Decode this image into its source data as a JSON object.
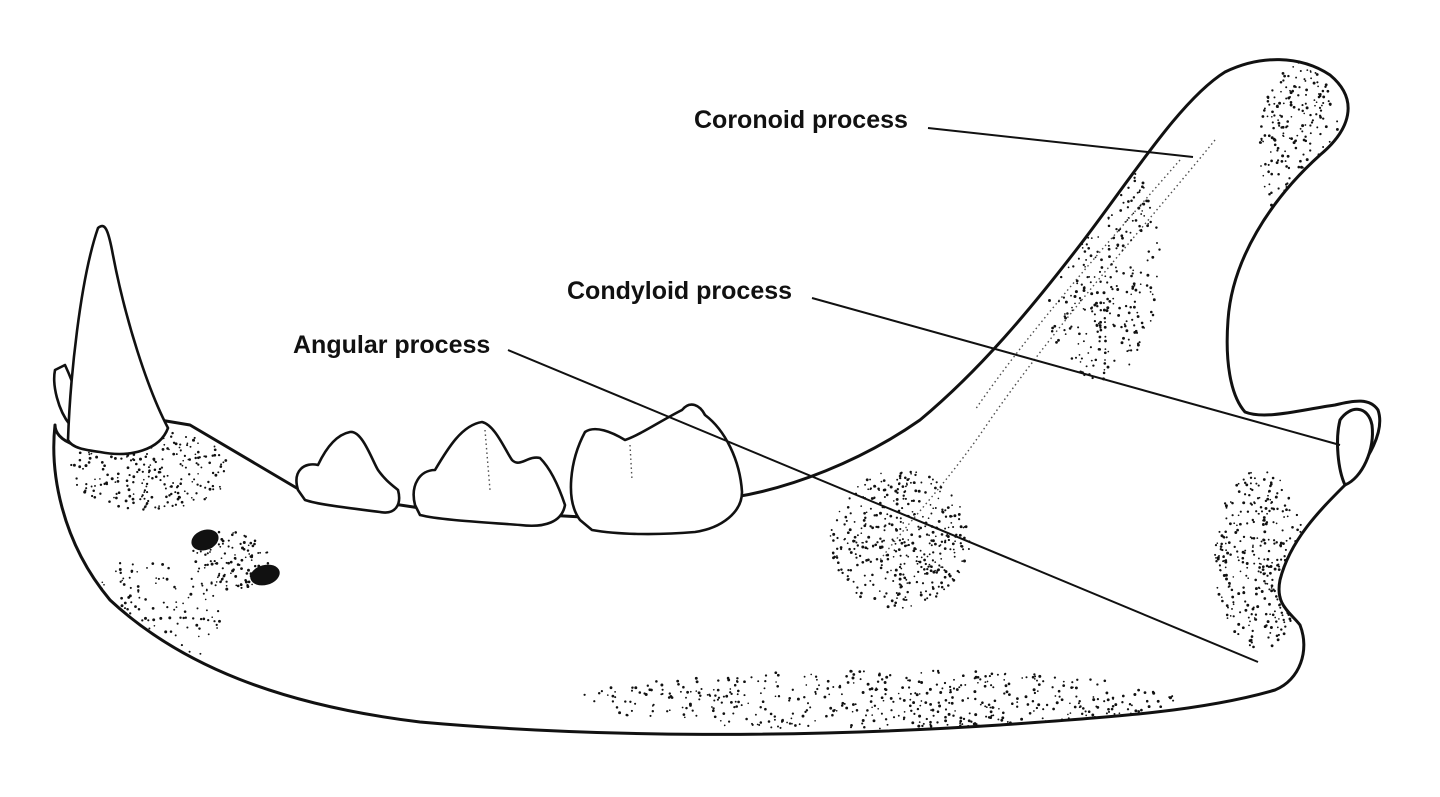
{
  "labels": {
    "coronoid": "Coronoid process",
    "condyloid": "Condyloid process",
    "angular": "Angular process"
  },
  "colors": {
    "ink": "#111111",
    "background": "#ffffff"
  }
}
